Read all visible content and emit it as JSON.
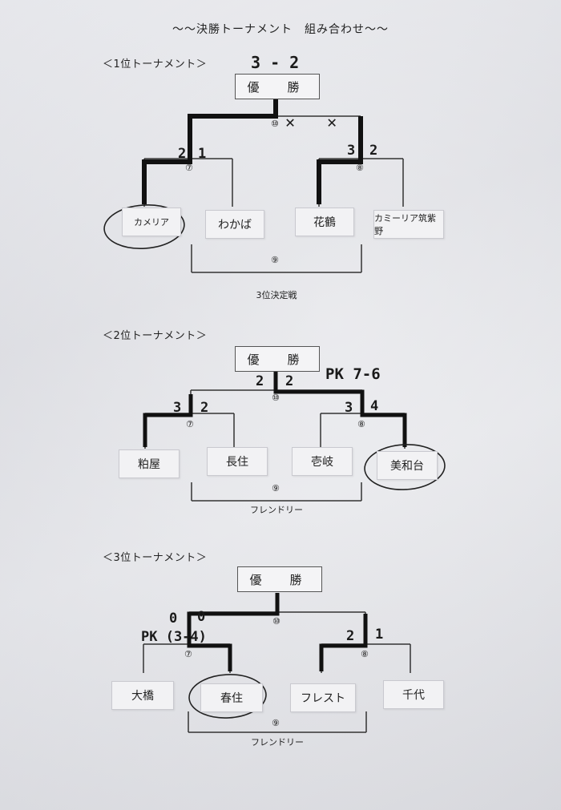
{
  "title": "～～決勝トーナメント　組み合わせ～～",
  "sections": [
    {
      "heading": "＜1位トーナメント＞",
      "winner_label": "優　勝",
      "teams": [
        "カメリア",
        "わかば",
        "花鶴",
        "カミーリア筑紫野"
      ],
      "matches": {
        "semi_left": "⑦",
        "semi_right": "⑧",
        "final": "⑩",
        "third": "⑨"
      },
      "third_label": "3位決定戦",
      "scores": {
        "final_score": "3 - 2",
        "semi_left_a": "2",
        "semi_left_b": "1",
        "semi_right_a": "3",
        "semi_right_b": "2",
        "marks": "✕ ✕"
      }
    },
    {
      "heading": "＜2位トーナメント＞",
      "winner_label": "優　勝",
      "teams": [
        "粕屋",
        "長住",
        "壱岐",
        "美和台"
      ],
      "matches": {
        "semi_left": "⑦",
        "semi_right": "⑧",
        "final": "⑩",
        "third": "⑨"
      },
      "third_label": "フレンドリー",
      "scores": {
        "final_a": "2",
        "final_b": "2",
        "pk": "PK 7-6",
        "semi_left_a": "3",
        "semi_left_b": "2",
        "semi_right_a": "3",
        "semi_right_b": "4"
      }
    },
    {
      "heading": "＜3位トーナメント＞",
      "winner_label": "優　勝",
      "teams": [
        "大橋",
        "春住",
        "フレスト",
        "千代"
      ],
      "matches": {
        "semi_left": "⑦",
        "semi_right": "⑧",
        "final": "⑩",
        "third": "⑨"
      },
      "third_label": "フレンドリー",
      "scores": {
        "final_a": "0",
        "final_b": "0",
        "pk": "PK (3-4)",
        "semi_right_a": "2",
        "semi_right_b": "1"
      }
    }
  ]
}
